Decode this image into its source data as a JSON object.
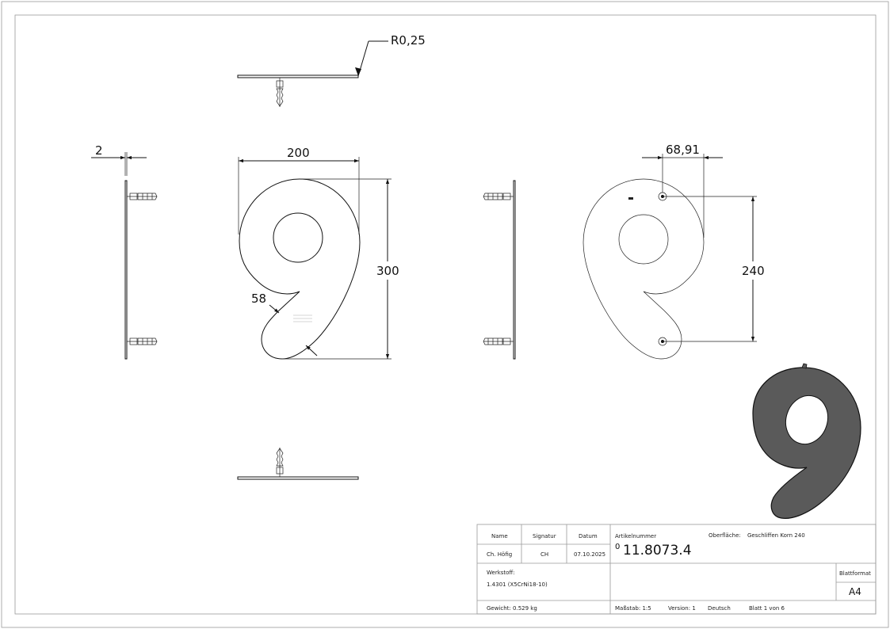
{
  "dimensions": {
    "radius": "R0,25",
    "thickness": "2",
    "width": "200",
    "height": "300",
    "stroke_width_num": "58",
    "hole_offset": "68,91",
    "hole_spacing": "240"
  },
  "title_block": {
    "headers": {
      "name": "Name",
      "signature": "Signatur",
      "date": "Datum"
    },
    "values": {
      "name": "Ch. Höfig",
      "signature": "CH",
      "date": "07.10.2025"
    },
    "article_label": "Artikelnummer",
    "article_revision": "0",
    "article_number": "11.8073.4",
    "surface_label": "Oberfläche:",
    "surface_value": "Geschliffen Korn 240",
    "material_label": "Werkstoff:",
    "material_value": "1.4301 (X5CrNi18-10)",
    "format_label": "Blattformat",
    "format_value": "A4",
    "weight": "Gewicht: 0.529 kg",
    "scale": "Maßstab: 1:5",
    "version": "Version: 1",
    "language": "Deutsch",
    "sheet": "Blatt 1 von 6"
  },
  "colors": {
    "iso_fill": "#5a5a5a",
    "line": "#111111",
    "frame": "#9a9a9a"
  }
}
